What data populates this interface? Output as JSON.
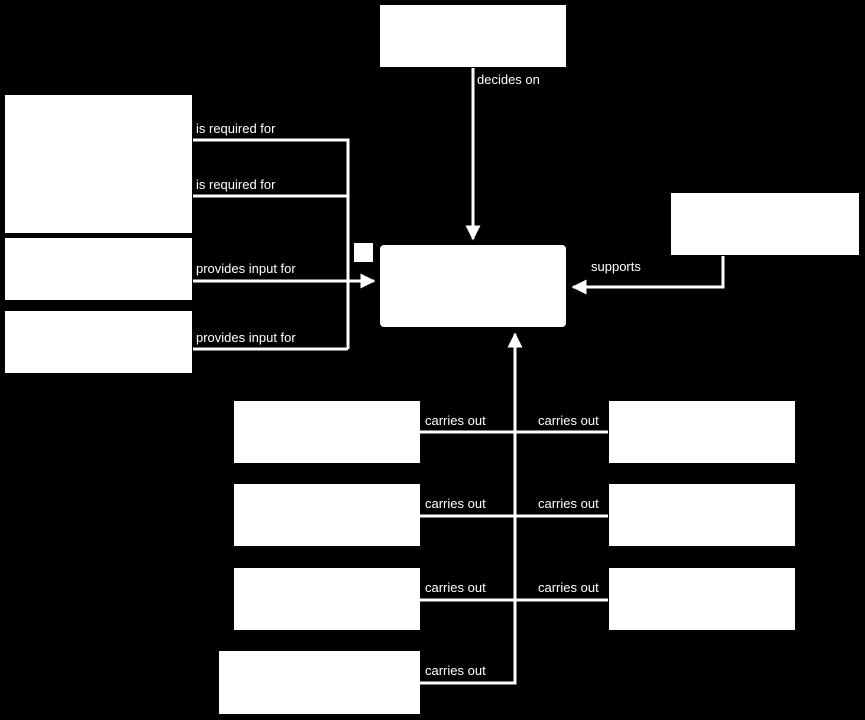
{
  "colors": {
    "background": "#000000",
    "box": "#ffffff",
    "line": "#ffffff"
  },
  "edge_labels": {
    "decides_on": "decides on",
    "is_required_for": "is required for",
    "provides_input_for": "provides input for",
    "supports": "supports",
    "carries_out": "carries out"
  },
  "node_texts": {
    "top": "",
    "center": "",
    "right": "",
    "left_1": "",
    "left_2": "",
    "left_3": "",
    "bottom_left_1": "",
    "bottom_left_2": "",
    "bottom_left_3": "",
    "bottom_left_4": "",
    "bottom_right_1": "",
    "bottom_right_2": "",
    "bottom_right_3": ""
  }
}
